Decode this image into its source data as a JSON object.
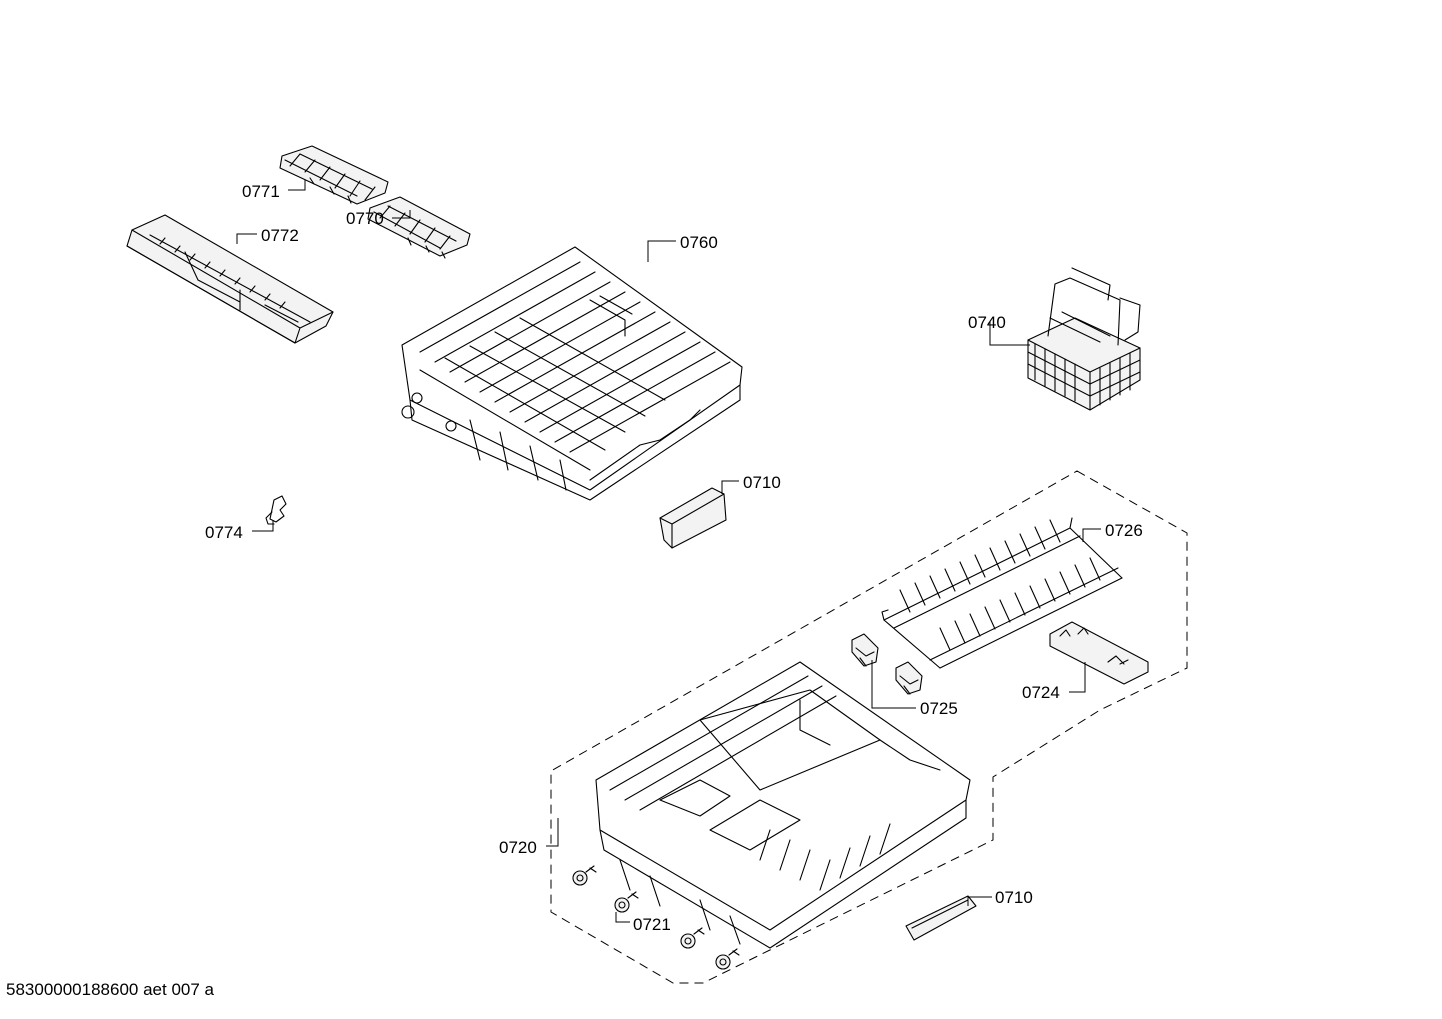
{
  "labels": {
    "l0771": "0771",
    "l0772": "0772",
    "l0770": "0770",
    "l0760": "0760",
    "l0740": "0740",
    "l0710_top": "0710",
    "l0774": "0774",
    "l0726": "0726",
    "l0725": "0725",
    "l0724": "0724",
    "l0720": "0720",
    "l0721": "0721",
    "l0710_bottom": "0710"
  },
  "document_id": "58300000188600 aet 007 a"
}
